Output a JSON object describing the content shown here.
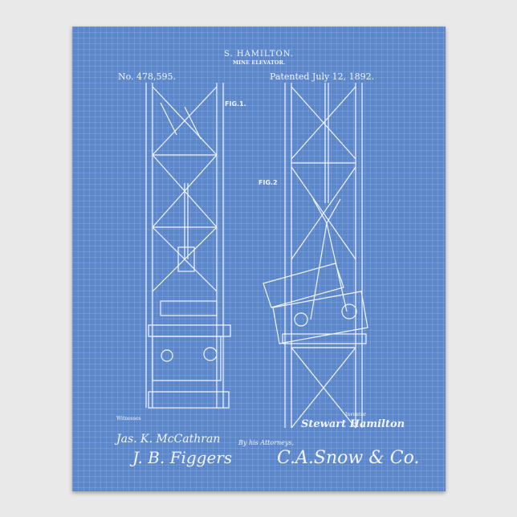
{
  "patent": {
    "inventor_header": "S. HAMILTON.",
    "title": "MINE ELEVATOR.",
    "number": "No. 478,595.",
    "date": "Patented July 12, 1892.",
    "fig1": "FIG.1.",
    "fig2": "FIG.2",
    "witnesses_label": "Witnesses",
    "inventor_label": "Inventor",
    "witness_1": "Jas. K. McCathran",
    "witness_2": "J. B. Figgers",
    "inventor_signature": "Stewart Hamilton",
    "attorneys_label": "By his Attorneys,",
    "attorney_signature": "C.A.Snow & Co."
  },
  "colors": {
    "poster_blue": "#5c88cb",
    "line": "#f2f5fb",
    "backdrop": "#e9e9e9"
  }
}
